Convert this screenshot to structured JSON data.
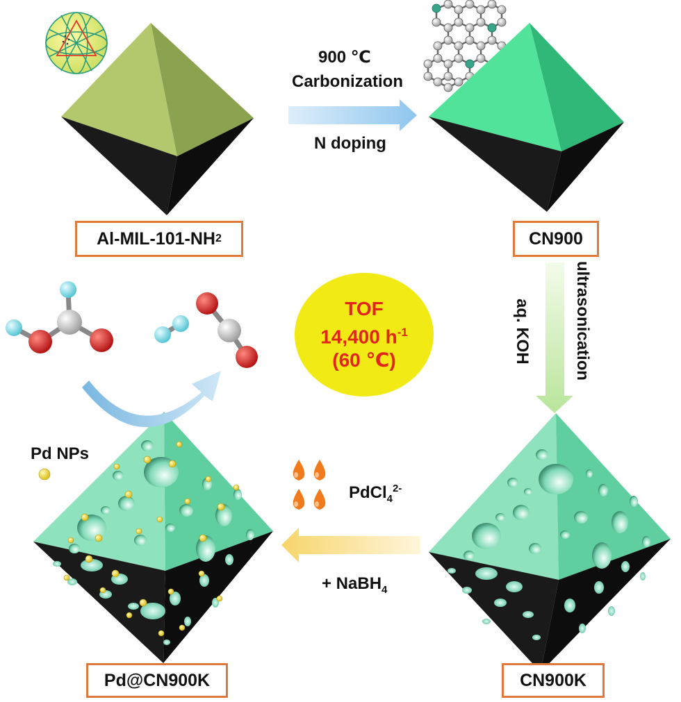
{
  "labels": {
    "precursor": "Al-MIL-101-NH",
    "precursor_sub": "2",
    "cn900": "CN900",
    "cn900k": "CN900K",
    "pd_cn900k": "Pd@CN900K"
  },
  "steps": {
    "temperature": "900 ℃",
    "carbonization": "Carbonization",
    "n_doping": "N doping",
    "ultrasonication": "ultrasonication",
    "koh": "aq. KOH",
    "pdcl_base": "PdCl",
    "pdcl_sub": "4",
    "pdcl_sup": "2-",
    "nabh_prefix": "+ NaBH",
    "nabh_sub": "4"
  },
  "tof": {
    "title": "TOF",
    "value": "14,400 h",
    "value_sup": "-1",
    "temperature": "(60 ℃)"
  },
  "legend": {
    "pd_nps": "Pd NPs"
  },
  "colors": {
    "precursor_face": "#b3c86d",
    "carbon_face": "#52e39a",
    "porous_face": "#8ee2bd",
    "dark_face": "#141414",
    "box_border": "#e07a3c",
    "tof_bg": "#f2ea15",
    "tof_text": "#e2241a",
    "pd_particle": "#f3e02c",
    "oxygen": "#e01b1b",
    "hydrogen": "#7fe1ea",
    "carbon_atom": "#cfcfcf",
    "drop": "#f07a1c"
  }
}
